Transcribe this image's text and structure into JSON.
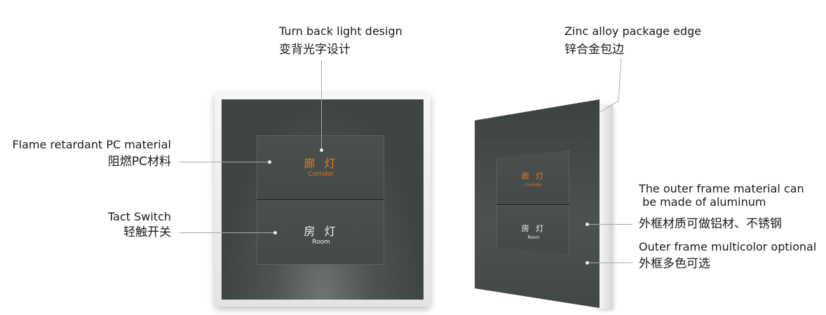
{
  "callouts": {
    "turn_back": {
      "en": "Turn back light design",
      "zh": "变背光字设计"
    },
    "zinc_edge": {
      "en": "Zinc alloy package edge",
      "zh": "锌合金包边"
    },
    "flame_pc": {
      "en": "Flame retardant PC material",
      "zh": "阻燃PC材料"
    },
    "tact_switch": {
      "en": "Tact Switch",
      "zh": "轻触开关"
    },
    "outer_material": {
      "en_line1": "The outer frame material can",
      "en_line2": " be made of aluminum",
      "zh": "外框材质可做铝材、不锈钢"
    },
    "outer_color": {
      "en": "Outer frame multicolor optional",
      "zh": "外框多色可选"
    }
  },
  "front_panel": {
    "key_top": {
      "zh": "廊 灯",
      "en": "Corridor"
    },
    "key_bottom": {
      "zh": "房 灯",
      "en": "Room"
    }
  },
  "angled_panel": {
    "key_top": {
      "zh": "廊 灯",
      "en": "Corridor"
    },
    "key_bottom": {
      "zh": "房 灯",
      "en": "Room"
    }
  },
  "colors": {
    "backlight_orange": "#e8761e",
    "key_text_white": "#f2f2f2",
    "plate": "#3e4442"
  }
}
